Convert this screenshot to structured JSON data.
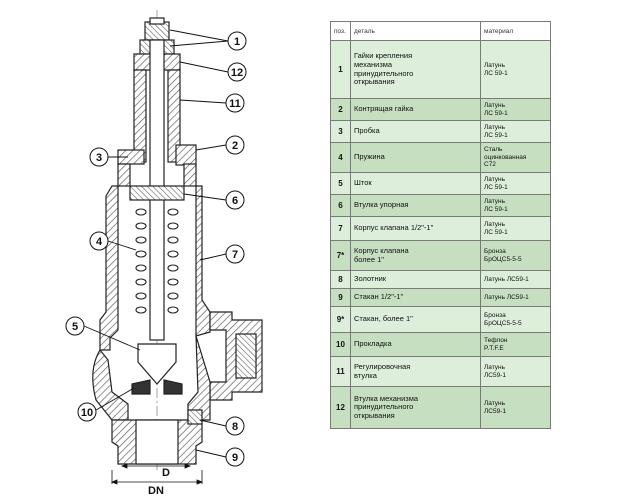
{
  "table": {
    "headers": {
      "pos": "поз.",
      "part": "деталь",
      "material": "материал"
    },
    "rows": [
      {
        "pos": "1",
        "part": "Гайки крепления\nмеханизма\nпринудительного\nоткрывания",
        "material": "Латунь\nЛС 59-1"
      },
      {
        "pos": "2",
        "part": "Контрящая гайка",
        "material": "Латунь\nЛС 59-1"
      },
      {
        "pos": "3",
        "part": "Пробка",
        "material": "Латунь\nЛС 59-1"
      },
      {
        "pos": "4",
        "part": "Пружина",
        "material": "Сталь\nоцинкованная\nС72"
      },
      {
        "pos": "5",
        "part": "Шток",
        "material": "Латунь\nЛС 59-1"
      },
      {
        "pos": "6",
        "part": "Втулка упорная",
        "material": "Латунь\nЛС 59-1"
      },
      {
        "pos": "7",
        "part": "Корпус клапана 1/2\"-1\"",
        "material": "Латунь\nЛС 59-1"
      },
      {
        "pos": "7*",
        "part": "Корпус клапана\nболее 1\"",
        "material": "Бронза\nБрОЦС5-5-5"
      },
      {
        "pos": "8",
        "part": "Золотник",
        "material": "Латунь ЛС59-1"
      },
      {
        "pos": "9",
        "part": "Стакан 1/2\"-1\"",
        "material": "Латунь ЛС59-1"
      },
      {
        "pos": "9*",
        "part": "Стакан, более 1\"",
        "material": "Бронза\nБрОЦС5-5-5"
      },
      {
        "pos": "10",
        "part": "Прокладка",
        "material": "Тефлон\nP.T.F.E"
      },
      {
        "pos": "11",
        "part": "Регулировочная\nвтулка",
        "material": "Латунь\nЛС59-1"
      },
      {
        "pos": "12",
        "part": "Втулка механизма\nпринудительного\nоткрывания",
        "material": "Латунь\nЛС59-1"
      }
    ]
  },
  "diagram": {
    "callouts": [
      "1",
      "12",
      "11",
      "2",
      "3",
      "6",
      "4",
      "7",
      "5",
      "10",
      "8",
      "9"
    ],
    "dimensions": {
      "outer": "D",
      "nominal": "DN"
    }
  },
  "colors": {
    "hatch": "#555555",
    "outline": "#222222",
    "table_row_a": "#ddeedb",
    "table_row_b": "#c5dfc0",
    "table_border": "#7a7a7a"
  }
}
